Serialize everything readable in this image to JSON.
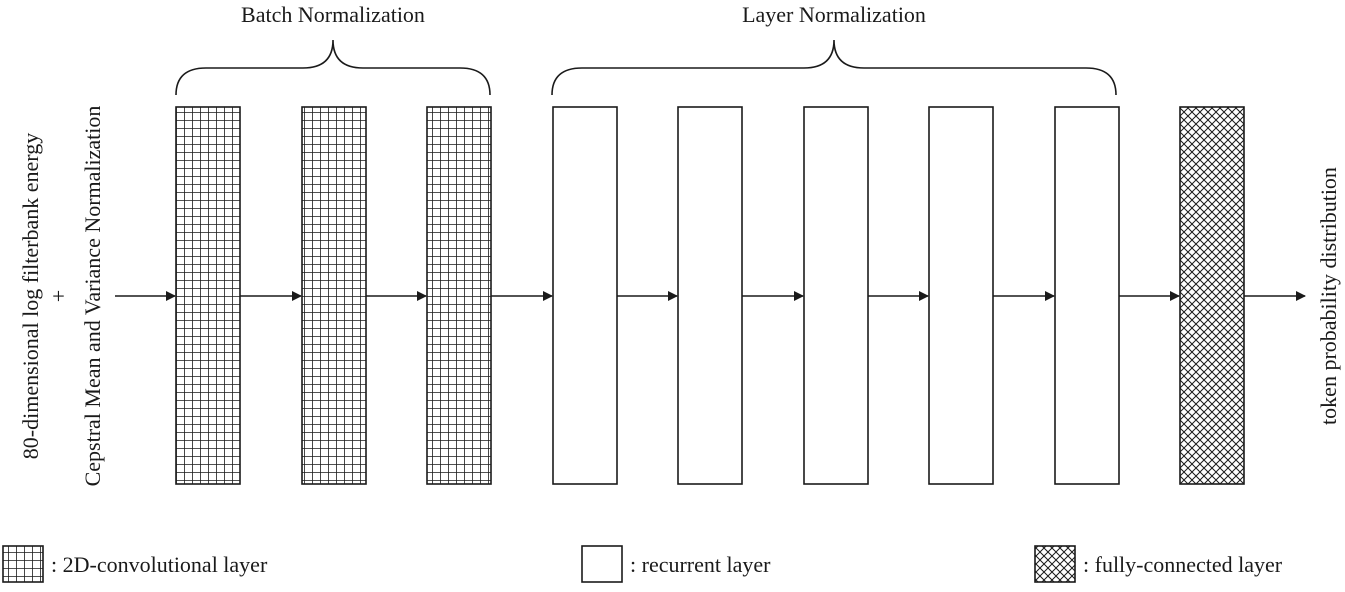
{
  "input_label": {
    "line1": "80-dimensional log filterbank energy",
    "plus": "+",
    "line2": "Cepstral Mean and Variance Normalization"
  },
  "output_label": "token probability distribution",
  "groups": {
    "batch_norm": "Batch Normalization",
    "layer_norm": "Layer Normalization"
  },
  "layers": [
    {
      "type": "conv"
    },
    {
      "type": "conv"
    },
    {
      "type": "conv"
    },
    {
      "type": "recurrent"
    },
    {
      "type": "recurrent"
    },
    {
      "type": "recurrent"
    },
    {
      "type": "recurrent"
    },
    {
      "type": "recurrent"
    },
    {
      "type": "fc"
    }
  ],
  "legend": [
    {
      "type": "conv",
      "label": ": 2D-convolutional layer"
    },
    {
      "type": "recurrent",
      "label": ": recurrent layer"
    },
    {
      "type": "fc",
      "label": ": fully-connected layer"
    }
  ],
  "colors": {
    "stroke": "#1a1a1a",
    "fill": "#ffffff"
  }
}
